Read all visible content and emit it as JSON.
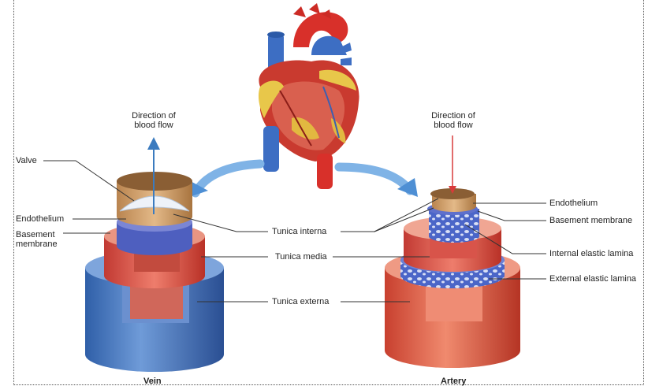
{
  "vein": {
    "caption": "Vein",
    "direction": "Direction of\nblood flow",
    "labels": {
      "valve": "Valve",
      "endothelium": "Endothelium",
      "basement": "Basement\nmembrane"
    }
  },
  "artery": {
    "caption": "Artery",
    "direction": "Direction of\nblood flow",
    "labels": {
      "endothelium": "Endothelium",
      "basement": "Basement membrane",
      "internal": "Internal elastic lamina",
      "external": "External elastic lamina"
    }
  },
  "shared": {
    "tunica_interna": "Tunica interna",
    "tunica_media": "Tunica media",
    "tunica_externa": "Tunica externa"
  },
  "colors": {
    "blue_vessel": "#4a7fc4",
    "red_vessel": "#e0584a",
    "muscle": "#d9534a",
    "arrow_blue": "#3b7bbf",
    "arrow_red": "#d83a3a"
  }
}
